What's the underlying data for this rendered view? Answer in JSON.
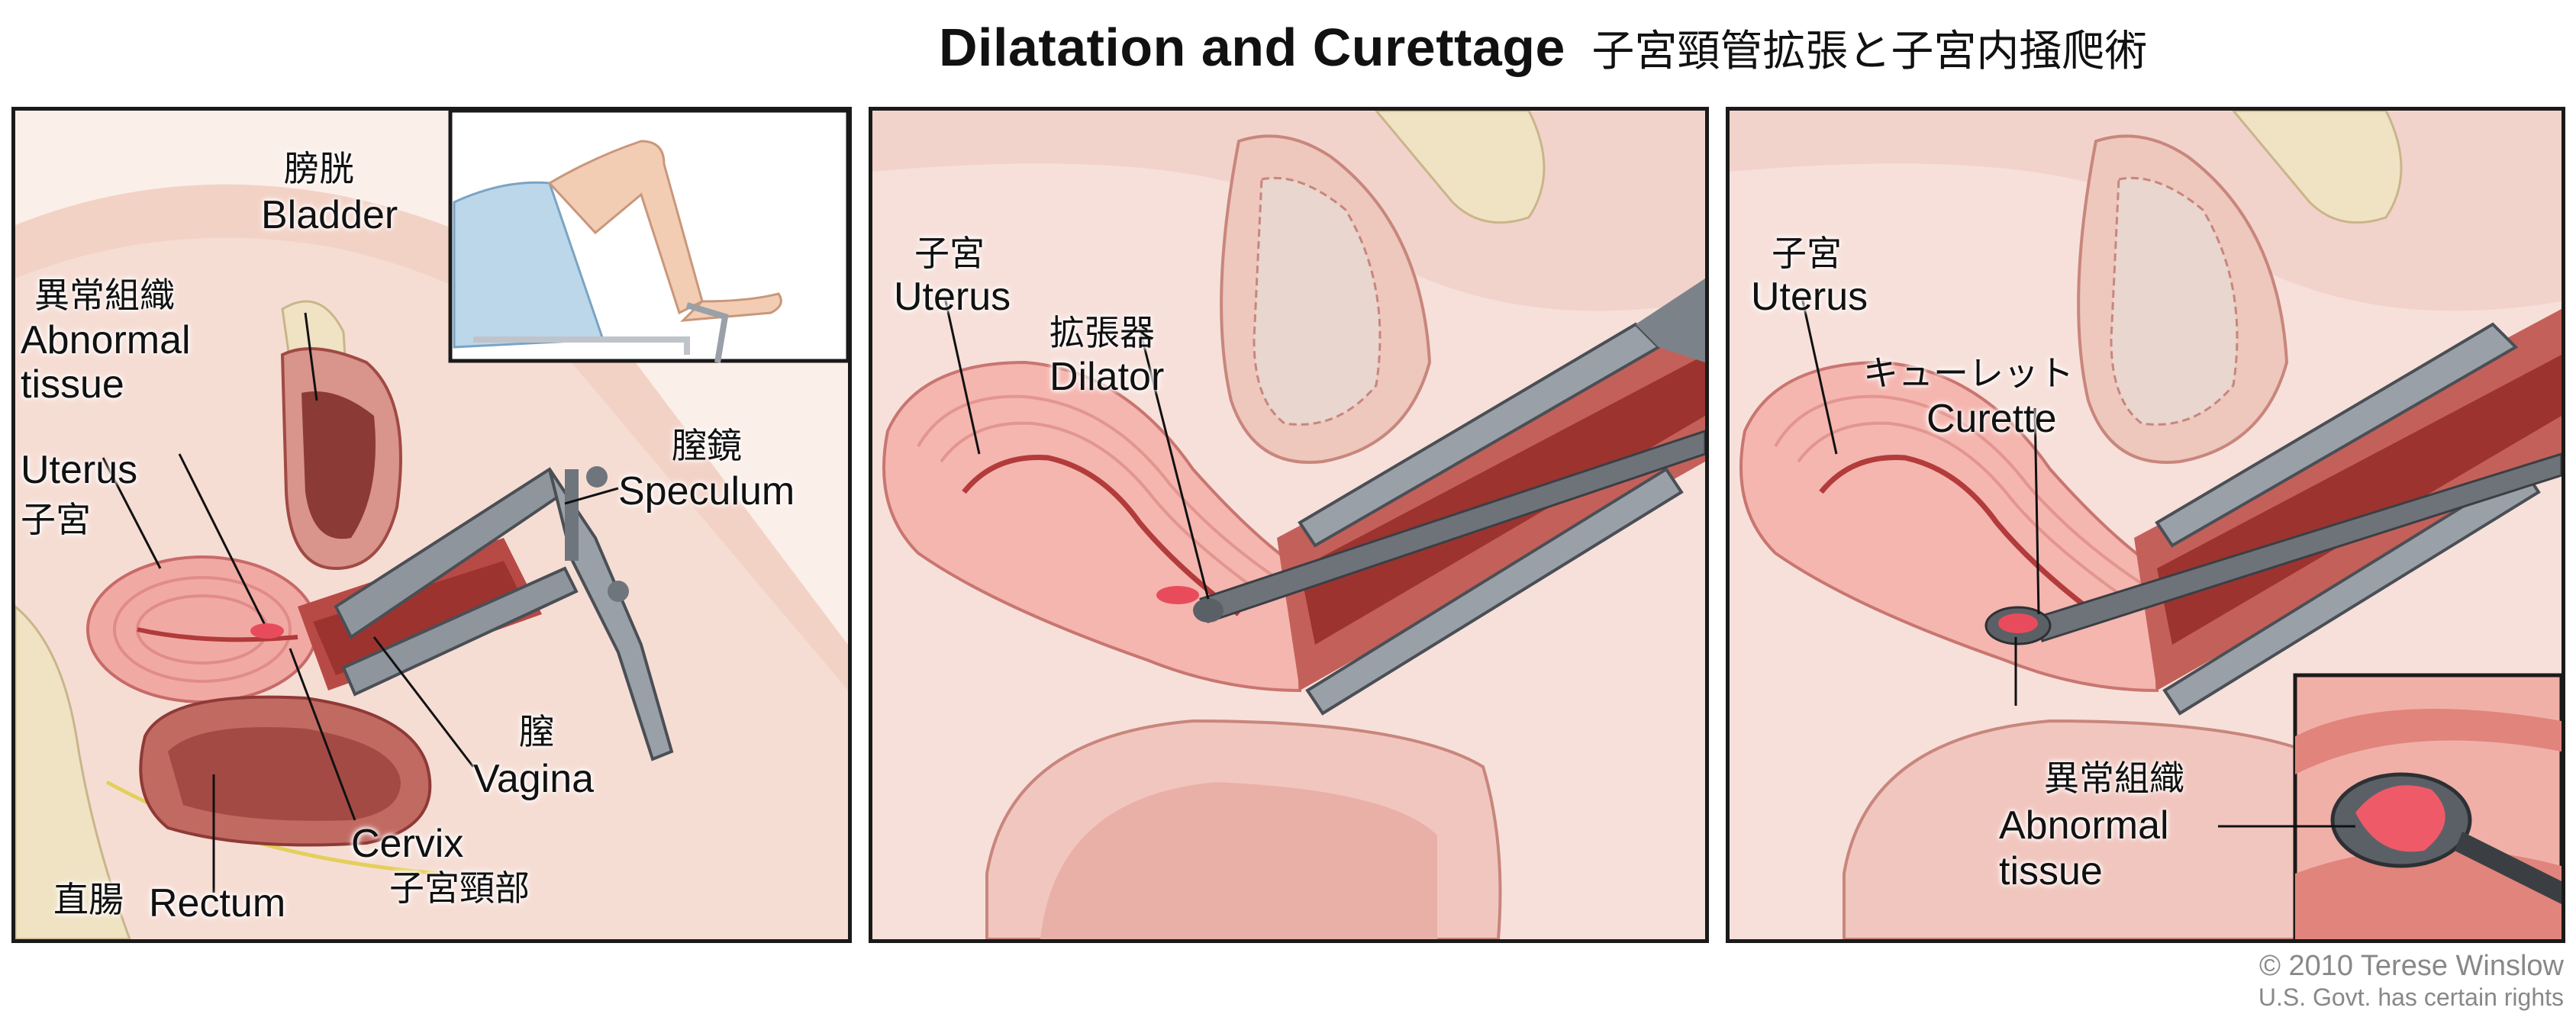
{
  "title": {
    "english": "Dilatation and Curettage",
    "japanese": "子宮頸管拡張と子宮内掻爬術"
  },
  "panel1": {
    "bladder_jp": "膀胱",
    "bladder_en": "Bladder",
    "abnormal_jp": "異常組織",
    "abnormal_en1": "Abnormal",
    "abnormal_en2": "tissue",
    "uterus_en": "Uterus",
    "uterus_jp": "子宮",
    "speculum_jp": "膣鏡",
    "speculum_en": "Speculum",
    "vagina_jp": "膣",
    "vagina_en": "Vagina",
    "cervix_en": "Cervix",
    "cervix_jp": "子宮頸部",
    "rectum_jp": "直腸",
    "rectum_en": "Rectum"
  },
  "panel2": {
    "uterus_jp": "子宮",
    "uterus_en": "Uterus",
    "dilator_jp": "拡張器",
    "dilator_en": "Dilator"
  },
  "panel3": {
    "uterus_jp": "子宮",
    "uterus_en": "Uterus",
    "curette_jp": "キューレット",
    "curette_en": "Curette",
    "abnormal_jp": "異常組織",
    "abnormal_en1": "Abnormal",
    "abnormal_en2": "tissue"
  },
  "credit": {
    "line1": "© 2010 Terese Winslow",
    "line2": "U.S. Govt. has certain rights"
  }
}
